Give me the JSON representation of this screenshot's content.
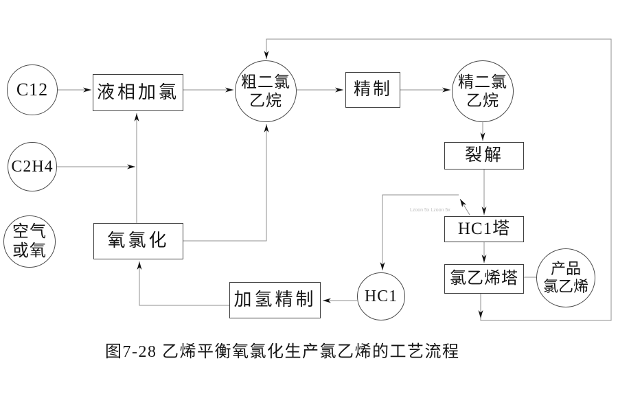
{
  "figure": {
    "caption": "图7-28 乙烯平衡氧氯化生产氯乙烯的工艺流程",
    "watermark": "Lzoon 5x Lzoon 5x"
  },
  "nodes": {
    "cl2": {
      "label": "C12"
    },
    "ethylene": {
      "label": "C2H4"
    },
    "air_or_oxygen": {
      "label": "空气\n或氧"
    },
    "liquid_chlorination": {
      "label": "液相加氯"
    },
    "oxychlorination": {
      "label": "氧氯化"
    },
    "crude_edc": {
      "label": "粗二氯\n乙烷"
    },
    "refining": {
      "label": "精制"
    },
    "refined_edc": {
      "label": "精二氯\n乙烷"
    },
    "cracking": {
      "label": "裂解"
    },
    "hcl_tower": {
      "label": "HC1塔"
    },
    "vcm_tower": {
      "label": "氯乙烯塔"
    },
    "product_vcm": {
      "label": "产品\n氯乙烯"
    },
    "hydro_refining": {
      "label": "加氢精制"
    },
    "hcl": {
      "label": "HC1"
    }
  },
  "colors": {
    "line": "#8f8f8f",
    "arrow": "#111111",
    "border": "#3d3d3d"
  }
}
